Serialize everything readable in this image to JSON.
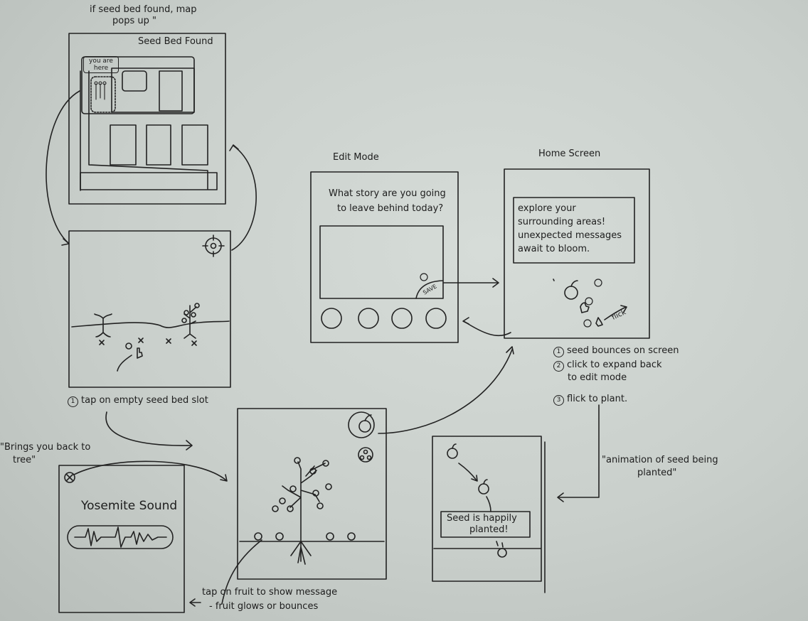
{
  "top_note_line1": "if seed bed found, map",
  "top_note_line2": "pops up \"",
  "seed_bed_found_title": "Seed Bed Found",
  "you_are_here": "you are here",
  "step_tap_empty": "tap on empty seed bed slot",
  "edit_mode_title": "Edit Mode",
  "edit_prompt_line1": "What story are you going",
  "edit_prompt_line2": "to leave behind today?",
  "save_label": "SAVE",
  "home_screen_title": "Home Screen",
  "home_message": "explore your surrounding areas! unexpected messages await to bloom.",
  "flick_label": "flick",
  "home_notes": [
    {
      "num": "1",
      "text": "seed bounces on screen"
    },
    {
      "num": "2",
      "text": "click to expand back"
    },
    {
      "num": "",
      "text": "to edit mode"
    },
    {
      "num": "3",
      "text": "flick to plant."
    }
  ],
  "animation_note_line1": "\"animation of seed being",
  "animation_note_line2": "planted\"",
  "seed_planted_label_line1": "Seed is happily",
  "seed_planted_label_line2": "planted!",
  "brings_back_line1": "\"Brings you back to",
  "brings_back_line2": "tree\"",
  "yosemite_title": "Yosemite Sound",
  "tap_fruit_line1": "tap on fruit to show message",
  "tap_fruit_line2": "- fruit glows or bounces"
}
